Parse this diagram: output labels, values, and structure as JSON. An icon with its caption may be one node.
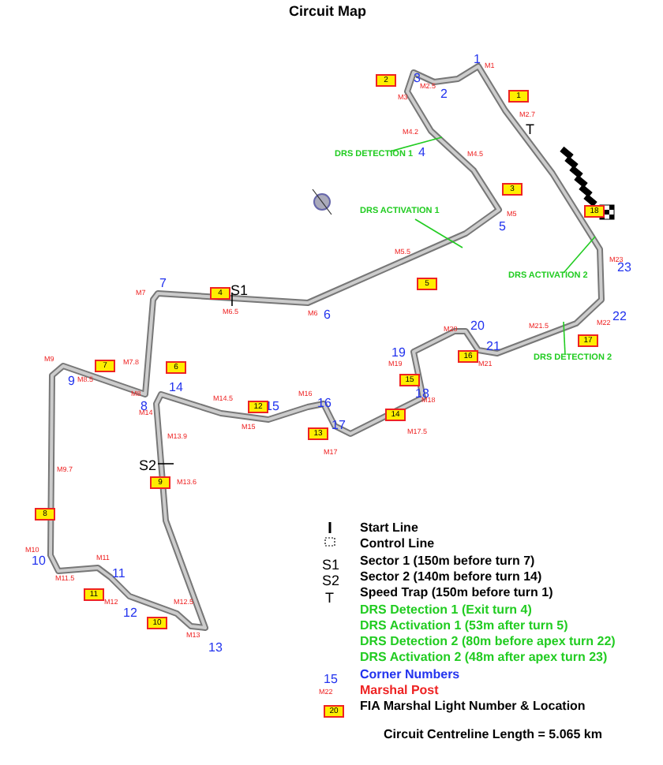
{
  "diagram": {
    "title": "Circuit Map",
    "caption": "Circuit Centreline Length = 5.065 km",
    "nodes": [
      {
        "text": [
          "DRS DETECTION 1"
        ]
      },
      {
        "text": [
          "DRS ACTIVATION 1"
        ]
      },
      {
        "text": [
          "DRS ACTIVATION 2"
        ]
      },
      {
        "text": [
          "DRS DETECTION 2"
        ]
      }
    ],
    "edges": [
      {
        "from": 0,
        "to": null,
        "arrow": "none"
      },
      {
        "from": 1,
        "to": null,
        "arrow": "none"
      },
      {
        "from": 2,
        "to": null,
        "arrow": "none"
      },
      {
        "from": 3,
        "to": null,
        "arrow": "none"
      }
    ],
    "labels": [
      "1",
      "2",
      "3",
      "4",
      "5",
      "6",
      "7",
      "8",
      "9",
      "10",
      "11",
      "12",
      "13",
      "14",
      "15",
      "16",
      "17",
      "18",
      "19",
      "20",
      "21",
      "22",
      "23",
      "S1",
      "S2",
      "T",
      "M1",
      "M3",
      "M2.5",
      "M2.7",
      "M4.2",
      "M4.5",
      "M5",
      "M5.5",
      "M6",
      "M7",
      "M6.5",
      "M9",
      "M8.5",
      "M7.8",
      "M8",
      "M14",
      "M14.5",
      "M15",
      "M16",
      "M17",
      "M17.5",
      "M18",
      "M19",
      "M20",
      "M21",
      "M21.5",
      "M22",
      "M23",
      "M13.9",
      "M13.6",
      "M9.7",
      "M10",
      "M11",
      "M11.5",
      "M12",
      "M12.5",
      "M13",
      "1",
      "2",
      "3",
      "4",
      "5",
      "6",
      "7",
      "8",
      "9",
      "10",
      "11",
      "12",
      "13",
      "14",
      "15",
      "16",
      "17",
      "18",
      "S1",
      "S2",
      "T",
      "15",
      "M22",
      "20"
    ],
    "legend": [
      {
        "text": "Start Line"
      },
      {
        "text": "Control Line"
      },
      {
        "text": "Sector 1 (150m before turn 7)"
      },
      {
        "text": "Sector 2 (140m before turn 14)"
      },
      {
        "text": "Speed Trap (150m before turn 1)"
      },
      {
        "text": "DRS Detection 1 (Exit turn 4)"
      },
      {
        "text": "DRS Activation 1 (53m after turn 5)"
      },
      {
        "text": "DRS Detection 2 (80m before apex turn 22)"
      },
      {
        "text": "DRS Activation 2 (48m after apex turn 23)"
      },
      {
        "text": "Corner Numbers"
      },
      {
        "text": "Marshal Post"
      },
      {
        "text": "FIA Marshal Light Number & Location"
      }
    ]
  }
}
